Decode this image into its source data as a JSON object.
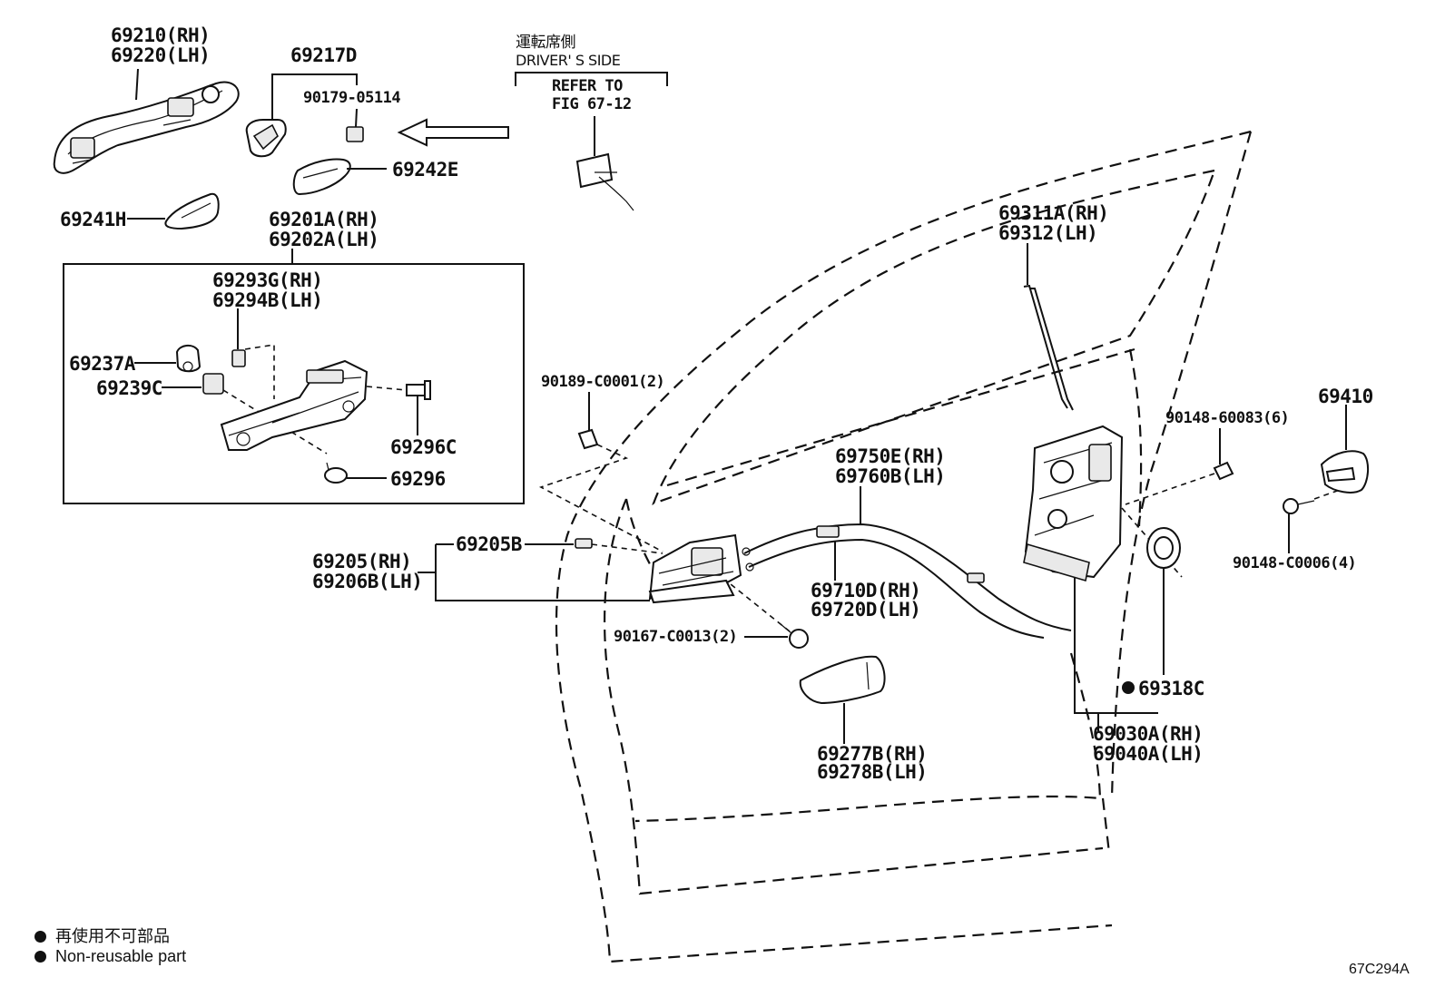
{
  "header": {
    "driver_side_jp": "運転席側",
    "driver_side_en": "DRIVER' S SIDE",
    "refer_to_line1": "REFER TO",
    "refer_to_line2": "FIG 67-12"
  },
  "parts": {
    "p69210": "69210(RH)",
    "p69220": "69220(LH)",
    "p69217D": "69217D",
    "p90179": "90179-05114",
    "p69242E": "69242E",
    "p69241H": "69241H",
    "p69201A": "69201A(RH)",
    "p69202A": "69202A(LH)",
    "p69293G": "69293G(RH)",
    "p69294B": "69294B(LH)",
    "p69237A": "69237A",
    "p69239C": "69239C",
    "p69296C": "69296C",
    "p69296": "69296",
    "p90189": "90189-C0001(2)",
    "p69205B": "69205B",
    "p69205": "69205(RH)",
    "p69206B": "69206B(LH)",
    "p69750E": "69750E(RH)",
    "p69760B": "69760B(LH)",
    "p69710D": "69710D(RH)",
    "p69720D": "69720D(LH)",
    "p90167": "90167-C0013(2)",
    "p69277B": "69277B(RH)",
    "p69278B": "69278B(LH)",
    "p69311A": "69311A(RH)",
    "p69312": "69312(LH)",
    "p90148_60083": "90148-60083(6)",
    "p69410": "69410",
    "p90148_C0006": "90148-C0006(4)",
    "p69318C": "69318C",
    "p69030A": "69030A(RH)",
    "p69040A": "69040A(LH)"
  },
  "legend": {
    "jp": "再使用不可部品",
    "en": "Non-reusable part"
  },
  "figure_code": "67C294A"
}
